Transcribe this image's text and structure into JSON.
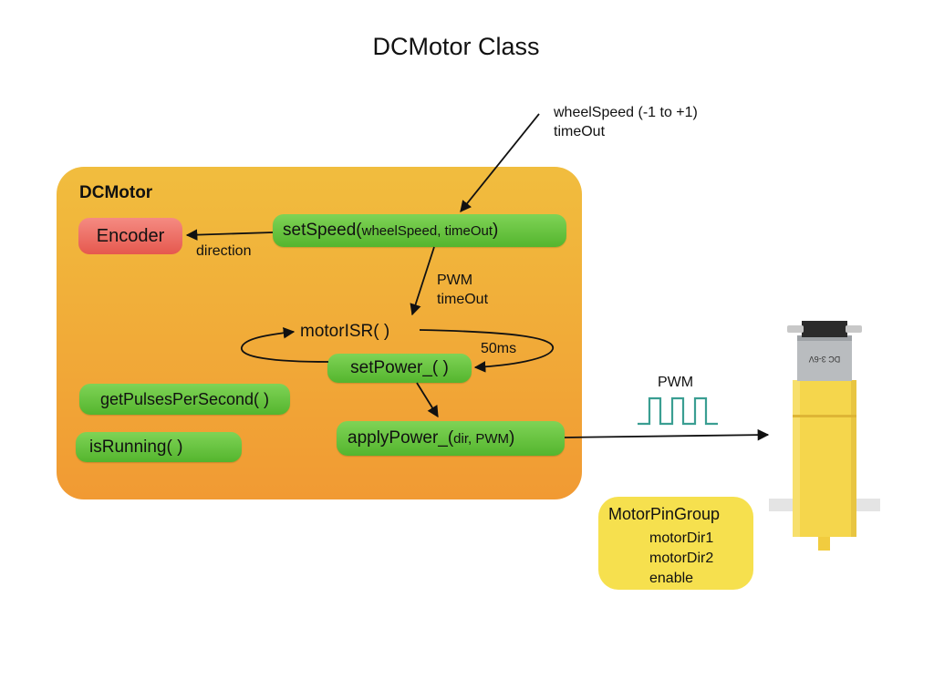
{
  "title": "DCMotor Class",
  "inputs": {
    "line1": "wheelSpeed (-1 to +1)",
    "line2": "timeOut"
  },
  "container": {
    "label": "DCMotor"
  },
  "encoder": {
    "label": "Encoder"
  },
  "methods": {
    "set_speed": {
      "name": "setSpeed(",
      "args": "wheelSpeed, timeOut",
      "close": ")"
    },
    "motor_isr": "motorISR( )",
    "set_power": "setPower_( )",
    "apply_power": {
      "name": "applyPower_(",
      "args": "dir, PWM",
      "close": " )"
    },
    "get_pulses": "getPulsesPerSecond( )",
    "is_running": "isRunning( )"
  },
  "labels": {
    "direction": "direction",
    "pwm_line1": "PWM",
    "pwm_line2": "timeOut",
    "interval": "50ms",
    "pwm_signal": "PWM"
  },
  "pin_group": {
    "title": "MotorPinGroup",
    "pins": [
      "motorDir1",
      "motorDir2",
      "enable"
    ]
  },
  "motor_decal": "DC 3-6V",
  "colors": {
    "container_top": "#f1bd3e",
    "container_bottom": "#f19a33",
    "method_green": "#6cc645",
    "encoder_red": "#eb6c62",
    "pin_group_yellow": "#f6e04e",
    "pwm_wave_teal": "#3a9e92",
    "motor_yellow": "#f5d64c",
    "motor_body_gray": "#b9bcbf"
  },
  "icons": [
    "dc-motor-icon",
    "pwm-wave-icon"
  ]
}
